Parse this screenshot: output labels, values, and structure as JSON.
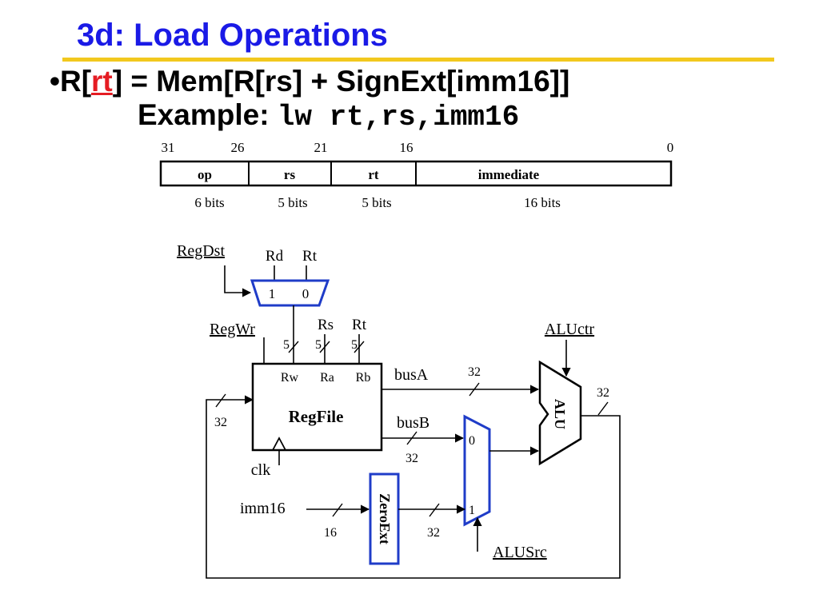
{
  "slide": {
    "title": "3d: Load Operations",
    "bullet": "•",
    "rtl_prefix": "R[",
    "rtl_rt": "rt",
    "rtl_suffix": "] = Mem[R[rs] + SignExt[imm16]]",
    "example_label": "Example:",
    "example_code": "lw rt,rs,imm16"
  },
  "instruction_format": {
    "bit_positions": [
      "31",
      "26",
      "21",
      "16",
      "0"
    ],
    "fields": [
      {
        "name": "op",
        "width": "6 bits"
      },
      {
        "name": "rs",
        "width": "5 bits"
      },
      {
        "name": "rt",
        "width": "5 bits"
      },
      {
        "name": "immediate",
        "width": "16 bits"
      }
    ]
  },
  "datapath": {
    "regdst": "RegDst",
    "rd": "Rd",
    "rt_top": "Rt",
    "mux1_in1": "1",
    "mux1_in0": "0",
    "regwr": "RegWr",
    "rs": "Rs",
    "rt": "Rt",
    "bus5_w": "5",
    "bus5_a": "5",
    "bus5_b": "5",
    "rw": "Rw",
    "ra": "Ra",
    "rb": "Rb",
    "regfile": "RegFile",
    "clk": "clk",
    "loop32_left": "32",
    "busa": "busA",
    "busa32": "32",
    "busb": "busB",
    "busb32": "32",
    "mux2_in0": "0",
    "mux2_in1": "1",
    "aluctr": "ALUctr",
    "alu": "ALU",
    "alu_out32": "32",
    "imm16": "imm16",
    "imm16_width": "16",
    "zeroext": "ZeroExt",
    "zeroext_out32": "32",
    "alusrc": "ALUSrc"
  }
}
